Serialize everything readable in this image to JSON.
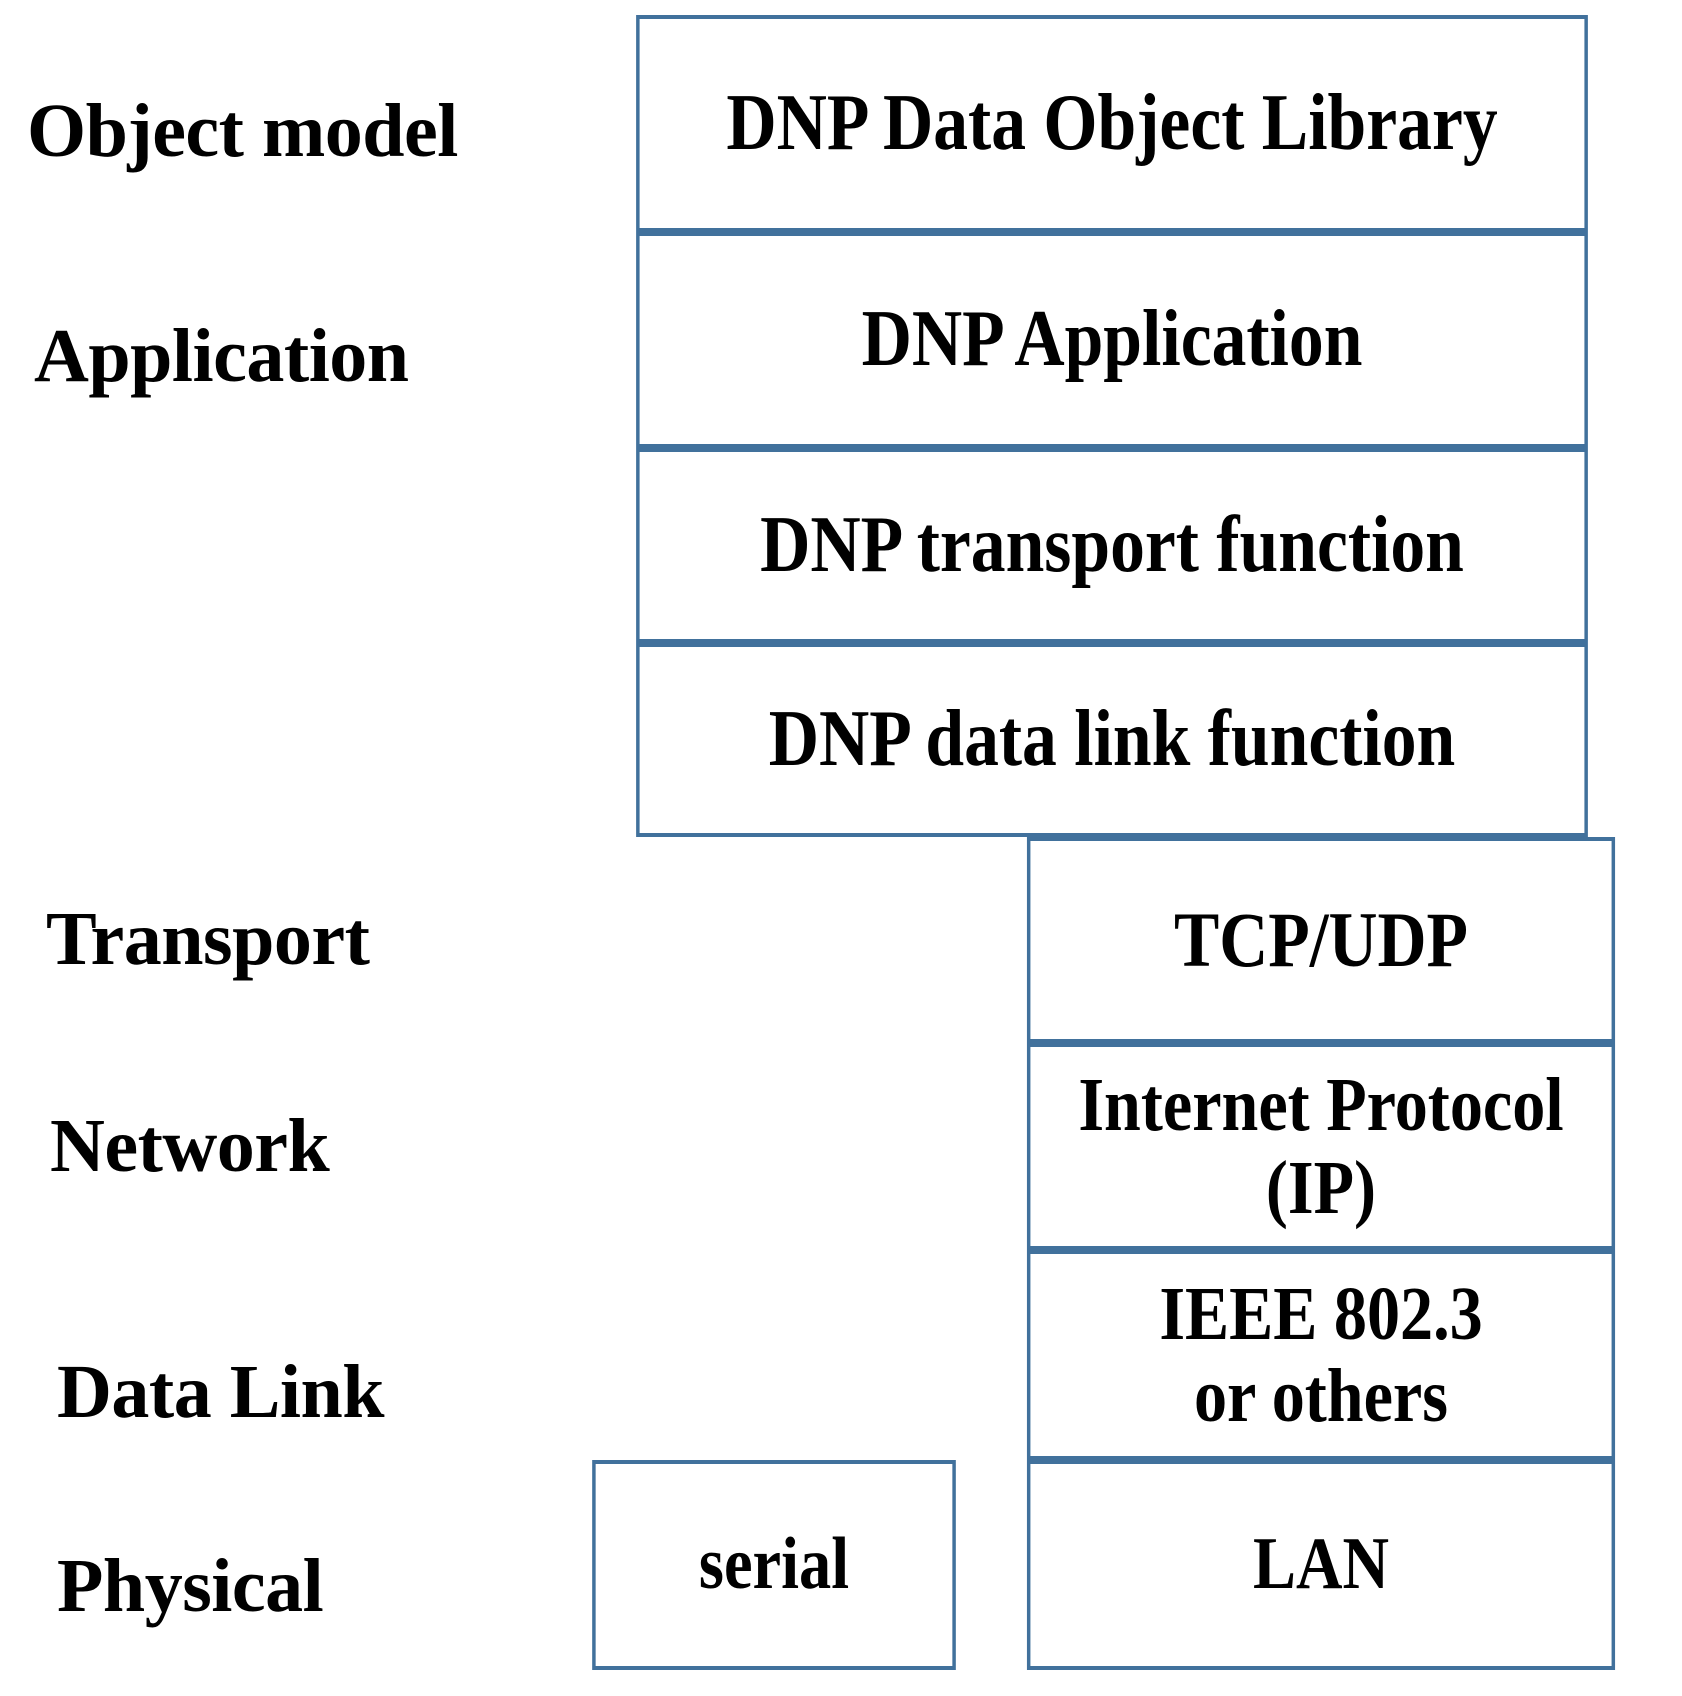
{
  "diagram": {
    "title": "DNP3 protocol stack versus OSI layers",
    "colors": {
      "border": "#41719C",
      "text": "#000000",
      "background": "#FFFFFF"
    },
    "layer_labels": [
      {
        "id": "object-model",
        "label": "Object model"
      },
      {
        "id": "application",
        "label": "Application"
      },
      {
        "id": "transport",
        "label": "Transport"
      },
      {
        "id": "network",
        "label": "Network"
      },
      {
        "id": "data-link",
        "label": "Data Link"
      },
      {
        "id": "physical",
        "label": "Physical"
      }
    ],
    "stack_boxes": [
      {
        "id": "dnp-data-object-library",
        "label": "DNP Data Object Library"
      },
      {
        "id": "dnp-application",
        "label": "DNP Application"
      },
      {
        "id": "dnp-transport-function",
        "label": "DNP transport function"
      },
      {
        "id": "dnp-data-link-function",
        "label": "DNP data link function"
      },
      {
        "id": "tcp-udp",
        "label": "TCP/UDP"
      },
      {
        "id": "internet-protocol-ip",
        "label": "Internet Protocol\n(IP)"
      },
      {
        "id": "ieee-802-3-or-others",
        "label": "IEEE 802.3\nor others"
      },
      {
        "id": "serial",
        "label": "serial"
      },
      {
        "id": "lan",
        "label": "LAN"
      }
    ]
  }
}
